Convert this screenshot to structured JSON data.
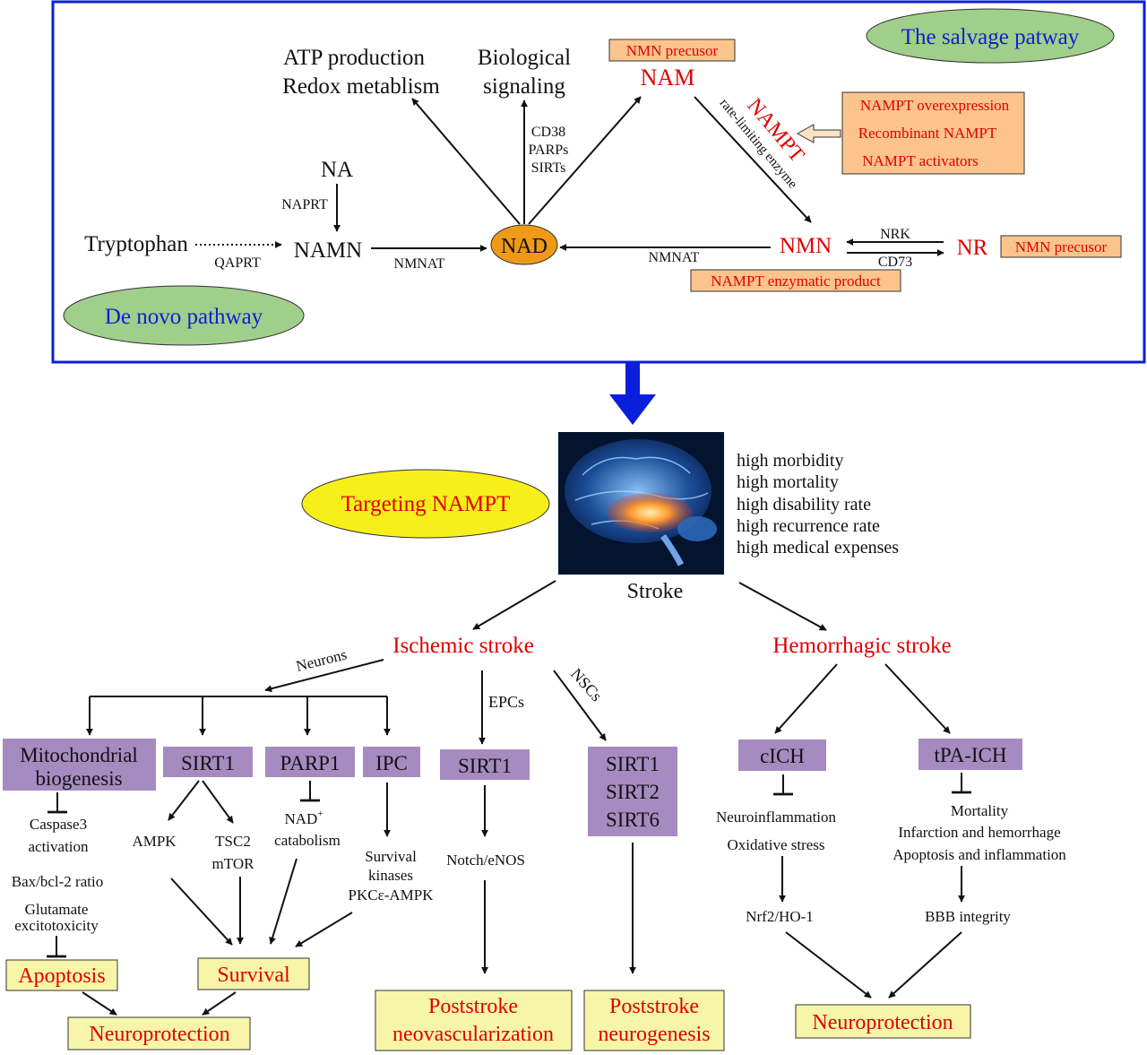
{
  "colors": {
    "frame": "#0a1fd9",
    "down_arrow": "#0a1fd9",
    "red_text": "#e00000",
    "blue_text": "#1a1ad0",
    "green_ellipse": "#9fcf8a",
    "nad_ellipse": "#ee9a17",
    "orange_box": "#fbc48c",
    "yellow_ellipse": "#f7ef1a",
    "purple_box": "#a68bc1",
    "yellow_box": "#f7f5a8"
  },
  "top": {
    "salvage_label": "The salvage patway",
    "denovo_label": "De novo pathway",
    "atp_line1": "ATP production",
    "atp_line2": "Redox metablism",
    "bio_line1": "Biological",
    "bio_line2": "signaling",
    "nmn_precursor_top": "NMN precusor",
    "nam": "NAM",
    "nampt": "NAMPT",
    "rate_limiting": "rate-limiting enzyme",
    "booster_1": "NAMPT overexpression",
    "booster_2": "Recombinant NAMPT",
    "booster_3": "NAMPT activators",
    "cd38": "CD38",
    "parps": "PARPs",
    "sirts": "SIRTs",
    "na": "NA",
    "naprt": "NAPRT",
    "tryptophan": "Tryptophan",
    "qaprt": "QAPRT",
    "namn": "NAMN",
    "nmnat_left": "NMNAT",
    "nad": "NAD",
    "nmnat_right": "NMNAT",
    "nmn": "NMN",
    "nrk": "NRK",
    "cd73": "CD73",
    "nr": "NR",
    "nmn_precursor_right": "NMN precusor",
    "enzymatic_product": "NAMPT enzymatic product"
  },
  "middle": {
    "targeting": "Targeting NAMPT",
    "stroke": "Stroke",
    "facts": [
      "high morbidity",
      "high mortality",
      "high disability rate",
      "high recurrence rate",
      "high medical expenses"
    ]
  },
  "ischemic": {
    "title": "Ischemic stroke",
    "neurons": "Neurons",
    "epcs": "EPCs",
    "nscs": "NSCs",
    "mito_1": "Mitochondrial",
    "mito_2": "biogenesis",
    "sirt1": "SIRT1",
    "parp1": "PARP1",
    "ipc": "IPC",
    "epc_sirt1": "SIRT1",
    "nsc_sirt1": "SIRT1",
    "nsc_sirt2": "SIRT2",
    "nsc_sirt6": "SIRT6",
    "caspase_1": "Caspase3",
    "caspase_2": "activation",
    "bax": "Bax/bcl-2 ratio",
    "glut_1": "Glutamate",
    "glut_2": "excitotoxicity",
    "ampk": "AMPK",
    "tsc2": "TSC2",
    "mtor": "mTOR",
    "nad_1": "NAD",
    "nad_sup": "+",
    "nad_2": "catabolism",
    "surv_1": "Survival",
    "surv_2": "kinases",
    "surv_3": "PKCε-AMPK",
    "notch": "Notch/eNOS",
    "apoptosis": "Apoptosis",
    "survival": "Survival",
    "neuroprotection": "Neuroprotection",
    "neovasc_1": "Poststroke",
    "neovasc_2": "neovascularization",
    "neurogen_1": "Poststroke",
    "neurogen_2": "neurogenesis"
  },
  "hemorrhagic": {
    "title": "Hemorrhagic stroke",
    "cich": "cICH",
    "tpa": "tPA-ICH",
    "neuroinfl": "Neuroinflammation",
    "oxstress": "Oxidative stress",
    "mortality": "Mortality",
    "infarction": "Infarction and hemorrhage",
    "apop_infl": "Apoptosis and inflammation",
    "nrf2": "Nrf2/HO-1",
    "bbb": "BBB integrity",
    "neuroprotection": "Neuroprotection"
  }
}
